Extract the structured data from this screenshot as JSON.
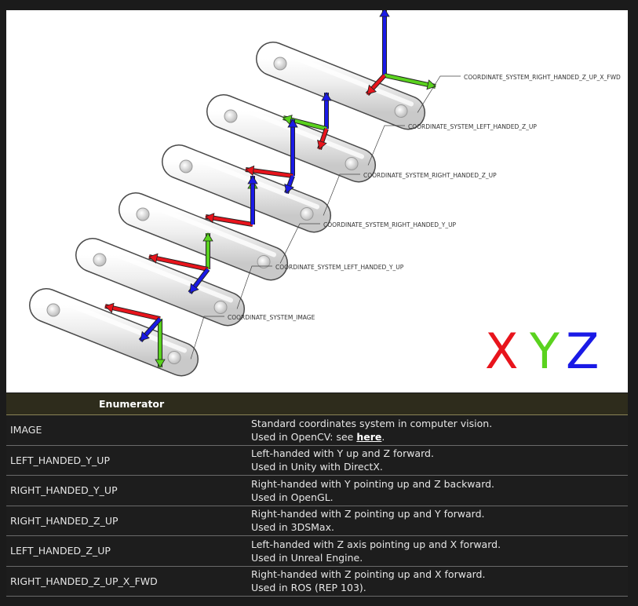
{
  "figure": {
    "systems": [
      {
        "label": "COORDINATE_SYSTEM_RIGHT_HANDED_Z_UP_X_FWD"
      },
      {
        "label": "COORDINATE_SYSTEM_LEFT_HANDED_Z_UP"
      },
      {
        "label": "COORDINATE_SYSTEM_RIGHT_HANDED_Z_UP"
      },
      {
        "label": "COORDINATE_SYSTEM_RIGHT_HANDED_Y_UP"
      },
      {
        "label": "COORDINATE_SYSTEM_LEFT_HANDED_Y_UP"
      },
      {
        "label": "COORDINATE_SYSTEM_IMAGE"
      }
    ],
    "xyz": {
      "x": "X",
      "y": "Y",
      "z": "Z"
    },
    "colors": {
      "x": "#e8141c",
      "y": "#5ad21e",
      "z": "#1a1ae6"
    }
  },
  "table": {
    "header": {
      "enumerator": "Enumerator",
      "description": ""
    },
    "rows": [
      {
        "name": "IMAGE",
        "line1": "Standard coordinates system in computer vision.",
        "line2_prefix": "Used in OpenCV: see ",
        "link": "here",
        "line2_suffix": "."
      },
      {
        "name": "LEFT_HANDED_Y_UP",
        "line1": "Left-handed with Y up and Z forward.",
        "line2": "Used in Unity with DirectX."
      },
      {
        "name": "RIGHT_HANDED_Y_UP",
        "line1": "Right-handed with Y pointing up and Z backward.",
        "line2": "Used in OpenGL."
      },
      {
        "name": "RIGHT_HANDED_Z_UP",
        "line1": "Right-handed with Z pointing up and Y forward.",
        "line2": "Used in 3DSMax."
      },
      {
        "name": "LEFT_HANDED_Z_UP",
        "line1": "Left-handed with Z axis pointing up and X forward.",
        "line2": "Used in Unreal Engine."
      },
      {
        "name": "RIGHT_HANDED_Z_UP_X_FWD",
        "line1": "Right-handed with Z pointing up and X forward.",
        "line2": "Used in ROS (REP 103)."
      }
    ]
  }
}
